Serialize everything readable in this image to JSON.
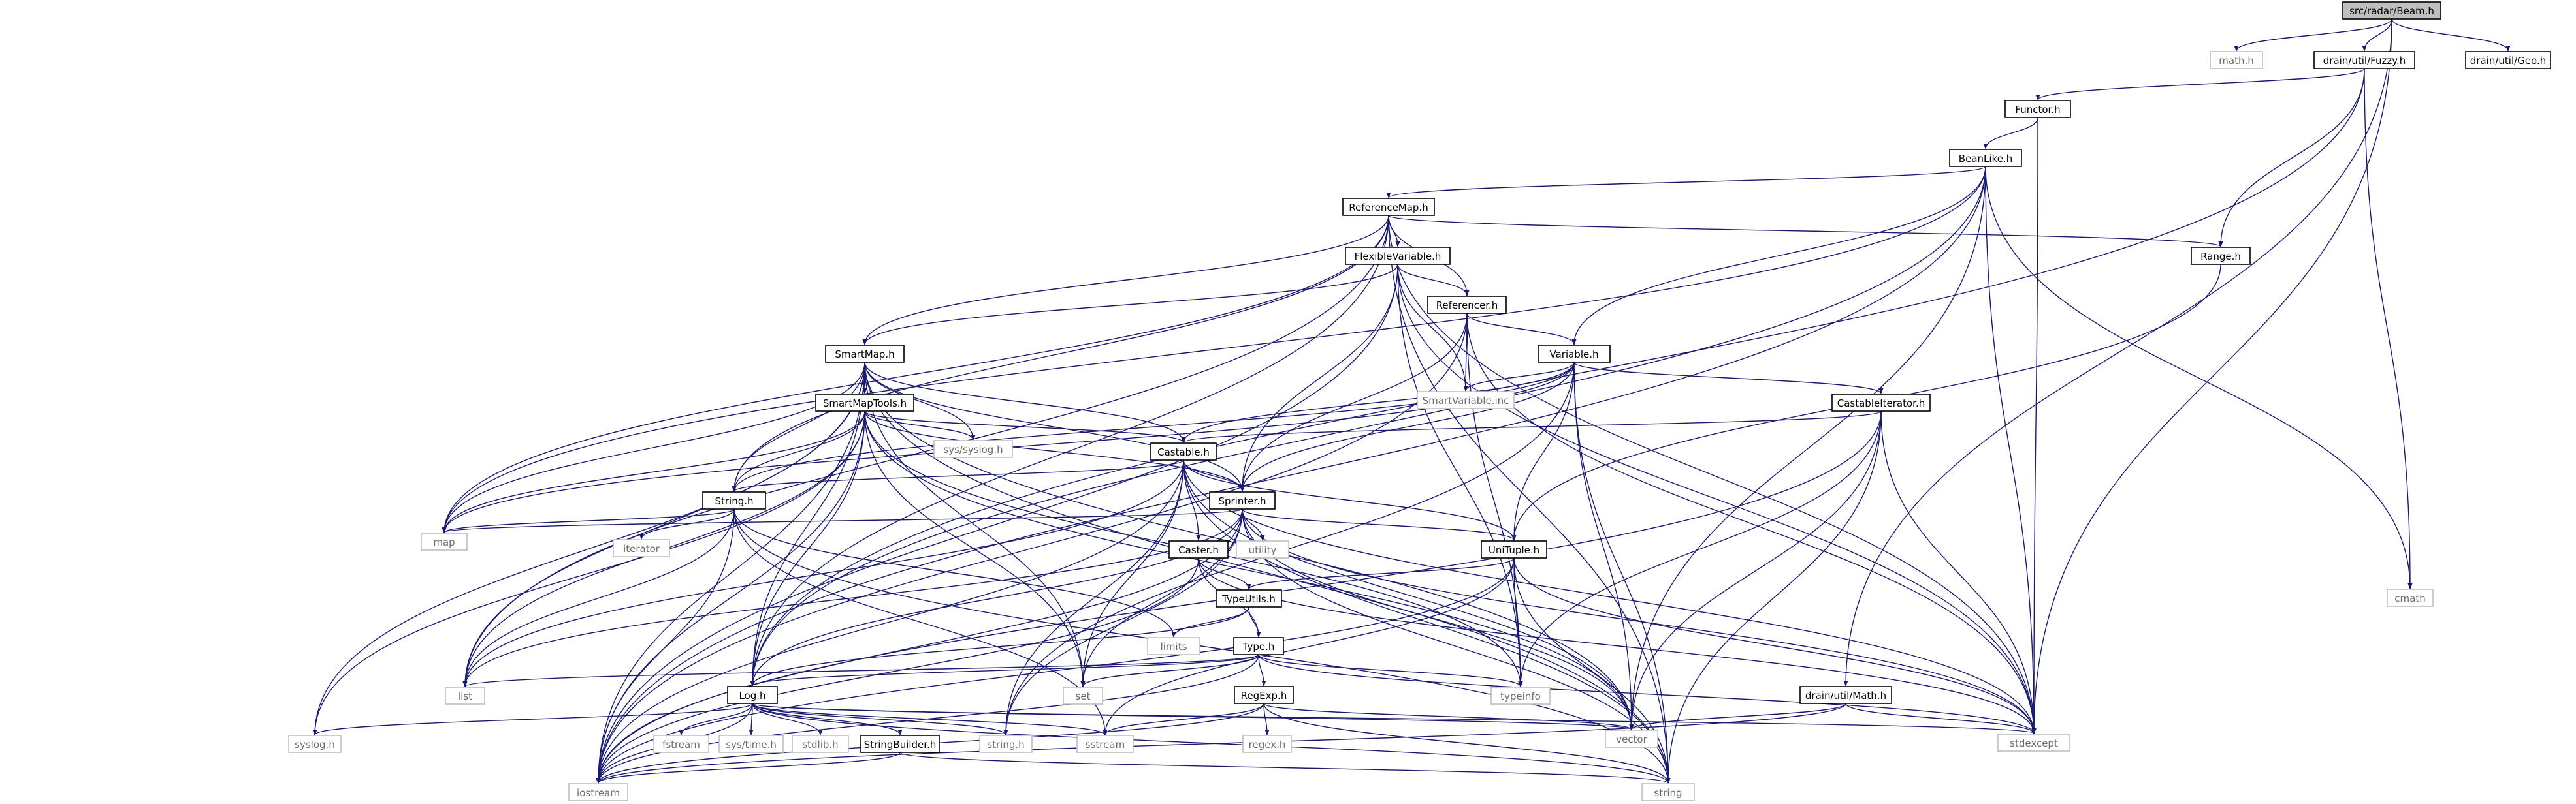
{
  "colors": {
    "edge": "#191970",
    "node_border": "#000000",
    "external_border": "#bfbfbf",
    "external_text": "#6b6b6b",
    "root_fill": "#bfbfbf",
    "node_fill": "#ffffff"
  },
  "nodes": {
    "root": "src/radar/Beam.h",
    "math": "math.h",
    "fuzzy": "drain/util/Fuzzy.h",
    "geo": "drain/util/Geo.h",
    "functor": "Functor.h",
    "beanlike": "BeanLike.h",
    "refmap": "ReferenceMap.h",
    "range": "Range.h",
    "flexvar": "FlexibleVariable.h",
    "referencer": "Referencer.h",
    "smartmap": "SmartMap.h",
    "variable": "Variable.h",
    "smartmaptools": "SmartMapTools.h",
    "syssyslog": "sys/syslog.h",
    "smartvarinc": "SmartVariable.inc",
    "castiter": "CastableIterator.h",
    "castable": "Castable.h",
    "stringh": "String.h",
    "sprinter": "Sprinter.h",
    "map": "map",
    "iterator": "iterator",
    "utility": "utility",
    "caster": "Caster.h",
    "unituple": "UniTuple.h",
    "cmath": "cmath",
    "typeutils": "TypeUtils.h",
    "limits": "limits",
    "type": "Type.h",
    "list": "list",
    "set": "set",
    "typeinfo": "typeinfo",
    "log": "Log.h",
    "regexp": "RegExp.h",
    "drainmath": "drain/util/Math.h",
    "syslog": "syslog.h",
    "fstream": "fstream",
    "systime": "sys/time.h",
    "stdlib": "stdlib.h",
    "strbuilder": "StringBuilder.h",
    "stringdoth": "string.h",
    "sstream": "sstream",
    "regex": "regex.h",
    "vector": "vector",
    "stdexcept": "stdexcept",
    "iostream": "iostream",
    "string": "string"
  }
}
